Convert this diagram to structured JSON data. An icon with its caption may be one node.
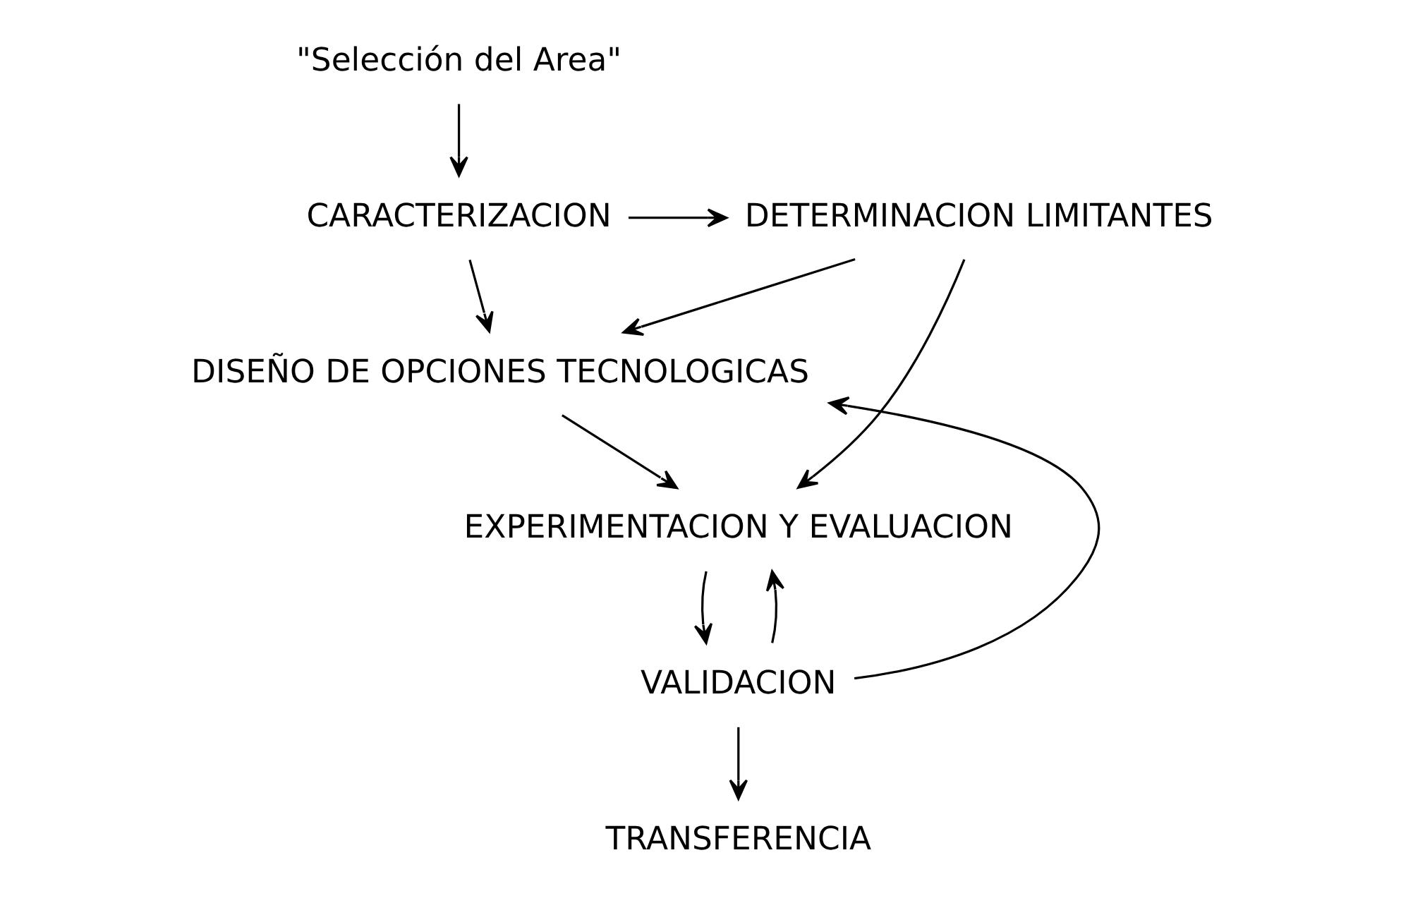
{
  "diagram": {
    "nodes": [
      {
        "text": [
          "\"Selección del Area\""
        ]
      },
      {
        "text": [
          "CARACTERIZACION"
        ]
      },
      {
        "text": [
          "DETERMINACION LIMITANTES"
        ]
      },
      {
        "text": [
          "DISEÑO DE OPCIONES TECNOLOGICAS"
        ]
      },
      {
        "text": [
          "EXPERIMENTACION Y EVALUACION"
        ]
      },
      {
        "text": [
          "VALIDACION"
        ]
      },
      {
        "text": [
          "TRANSFERENCIA"
        ]
      }
    ],
    "edges": [
      {
        "from": 0,
        "to": 1,
        "arrow": "to"
      },
      {
        "from": 1,
        "to": 2,
        "arrow": "to"
      },
      {
        "from": 1,
        "to": 3,
        "arrow": "to"
      },
      {
        "from": 2,
        "to": 3,
        "arrow": "to"
      },
      {
        "from": 3,
        "to": 4,
        "arrow": "to"
      },
      {
        "from": 2,
        "to": 4,
        "arrow": "to"
      },
      {
        "from": 4,
        "to": 5,
        "arrow": "to"
      },
      {
        "from": 5,
        "to": 3,
        "arrow": "to"
      },
      {
        "from": 5,
        "to": 4,
        "arrow": "to"
      },
      {
        "from": 5,
        "to": 6,
        "arrow": "to"
      }
    ]
  }
}
